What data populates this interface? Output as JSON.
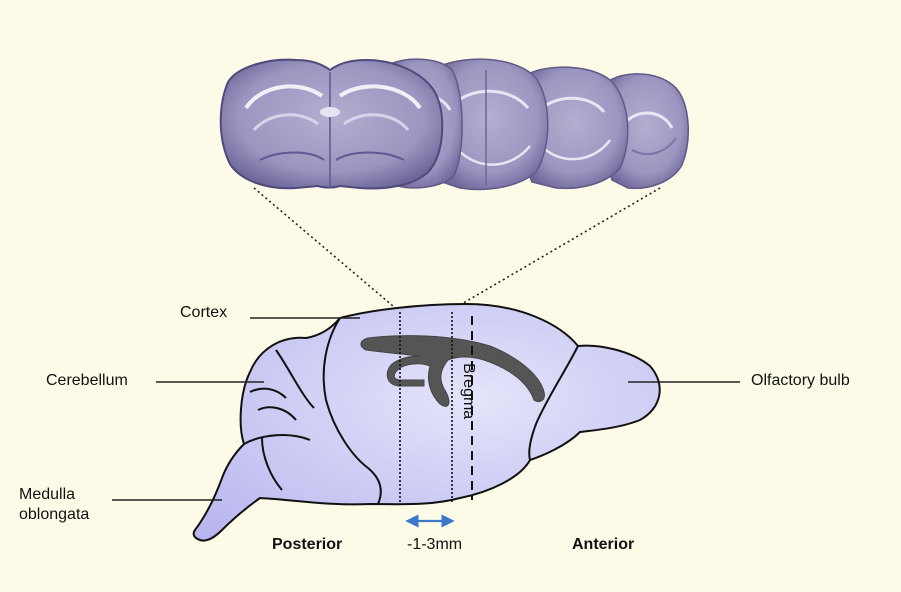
{
  "labels": {
    "cortex": "Cortex",
    "cerebellum": "Cerebellum",
    "medulla_line1": "Medulla",
    "medulla_line2": "oblongata",
    "olfactory_bulb": "Olfactory bulb",
    "bregma": "Bregma",
    "posterior": "Posterior",
    "anterior": "Anterior",
    "range": "-1-3mm"
  },
  "colors": {
    "background": "#fdfbe8",
    "brain_fill": "#d8d8f6",
    "tract": "#555555",
    "section_stain": "#8e88b0",
    "arrow": "#3a78c8"
  },
  "sections_count": 5
}
